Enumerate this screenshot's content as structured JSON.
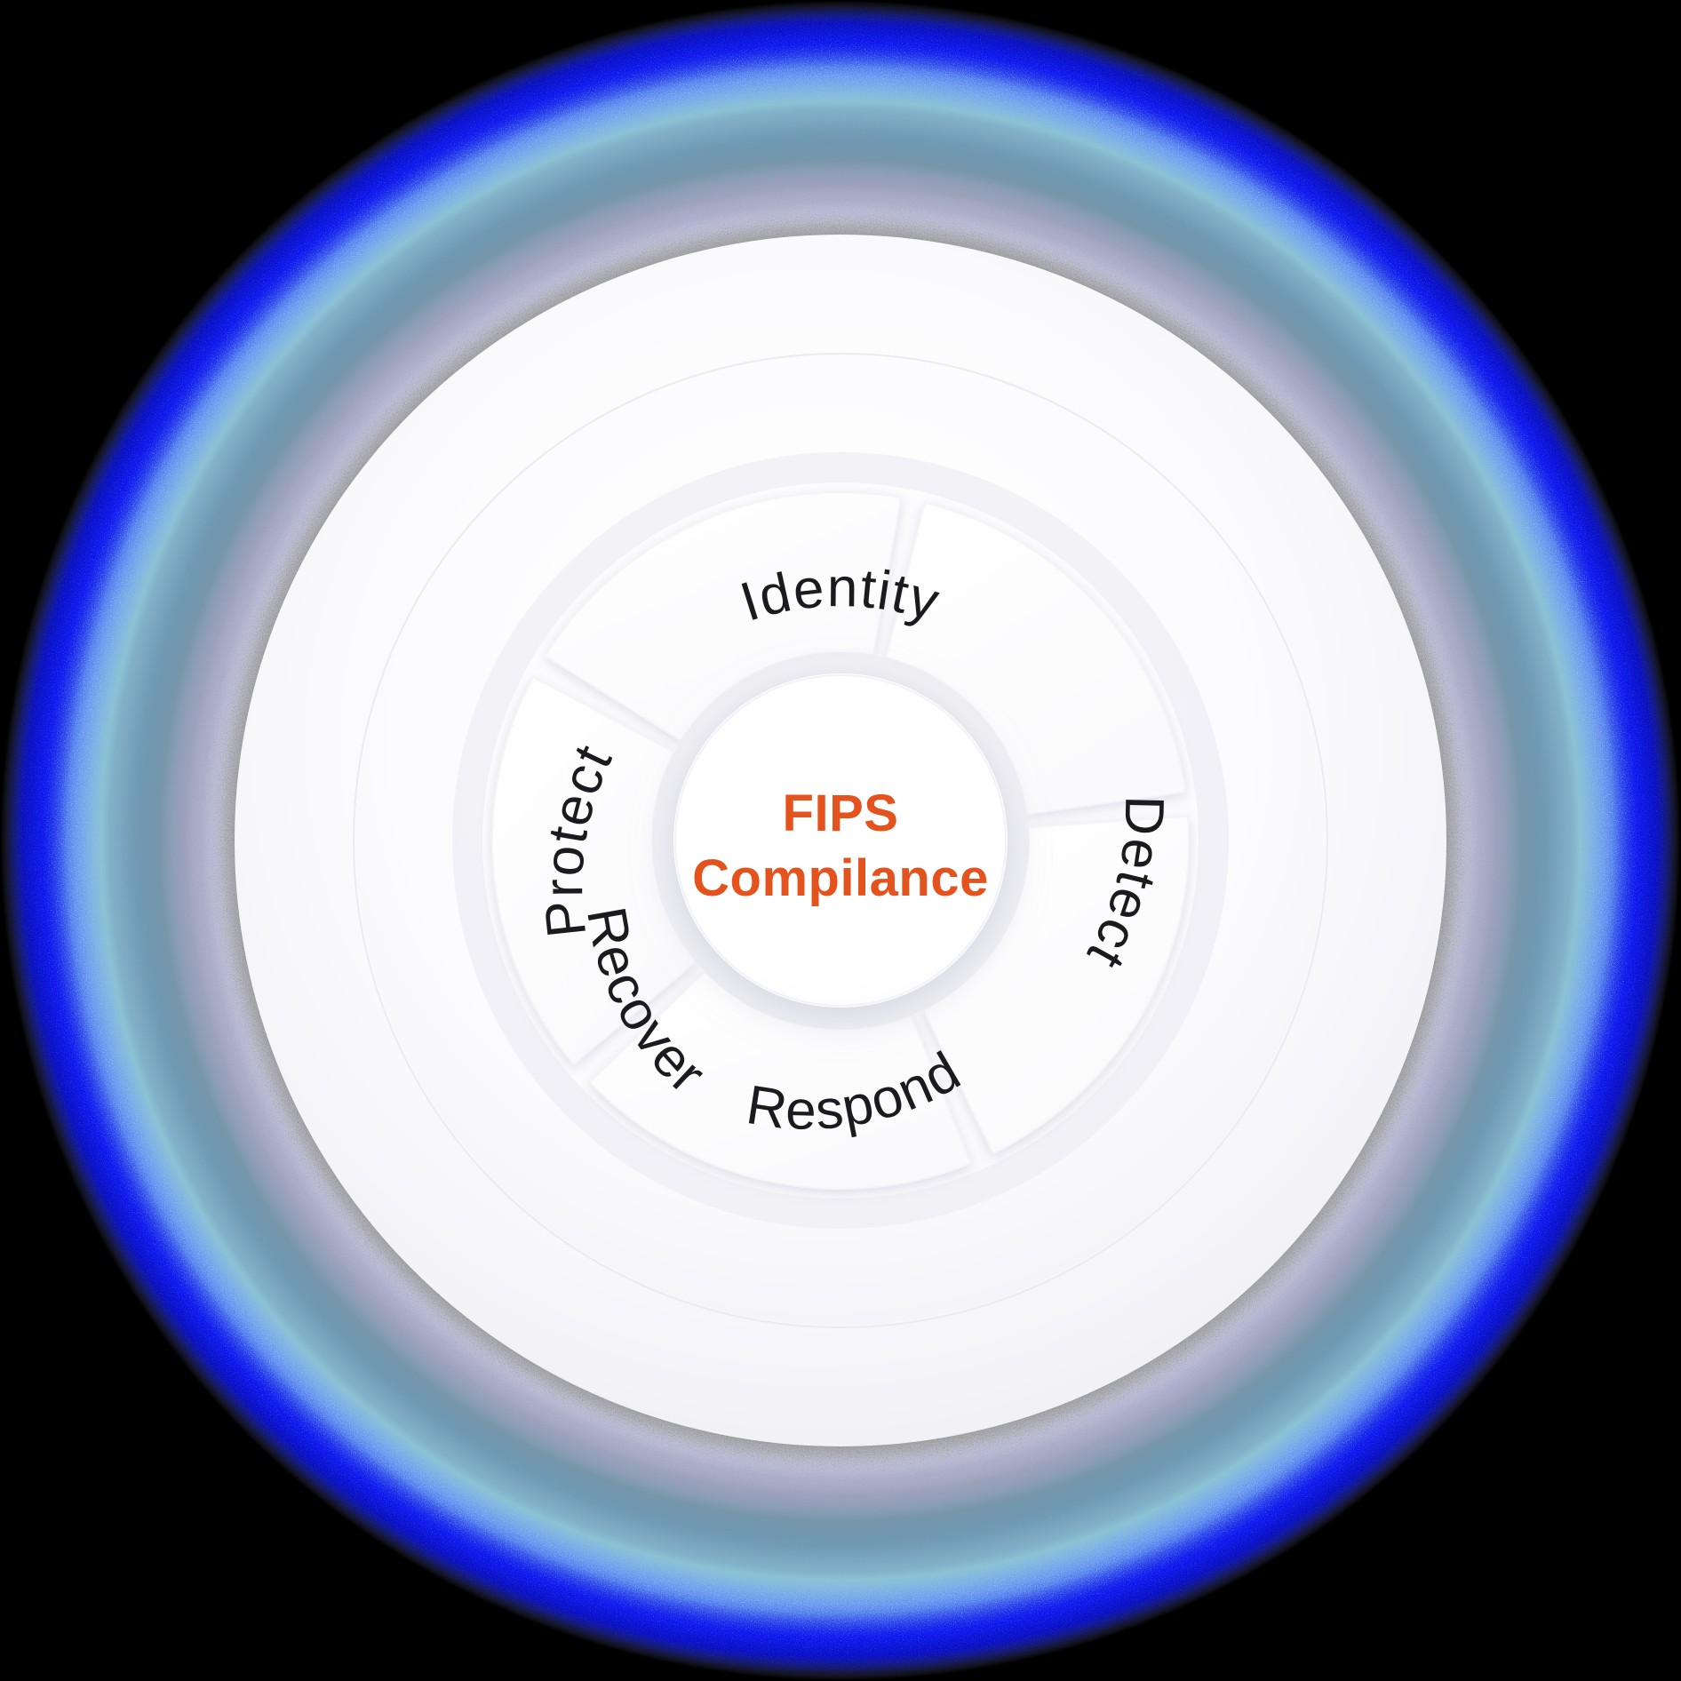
{
  "diagram": {
    "type": "radial-cycle-wheel",
    "title": "FIPS Compilance Cybersecurity Framework Wheel",
    "background_color": "#000000",
    "center": {
      "line1": "FIPS",
      "line2": "Compilance",
      "text_color": "#E4521E",
      "hub_fill": "#FFFFFF"
    },
    "segments": [
      {
        "id": "identity",
        "label": "Identity",
        "position": "top",
        "start_angle": -58,
        "end_angle": 10,
        "fill": "#FCFCFD"
      },
      {
        "id": "detect",
        "label": "Detect",
        "position": "right",
        "start_angle": 14,
        "end_angle": 82,
        "fill": "#FBFBFC"
      },
      {
        "id": "respond",
        "label": "Respond",
        "position": "bottom-right",
        "start_angle": 86,
        "end_angle": 154,
        "fill": "#FAFAFC"
      },
      {
        "id": "recover",
        "label": "Recover",
        "position": "bottom-left",
        "start_angle": 158,
        "end_angle": 226,
        "fill": "#FAFAFB"
      },
      {
        "id": "protect",
        "label": "Protect",
        "position": "left",
        "start_angle": 230,
        "end_angle": 298,
        "fill": "#FCFCFD"
      }
    ],
    "segment_label_color": "#1b1b1f",
    "rings": [
      {
        "id": "outer-halo-black",
        "outer_radius": 920,
        "color": "#000000"
      },
      {
        "id": "outer-halo-blue",
        "outer_radius": 880,
        "color": "#1414E6"
      },
      {
        "id": "outer-halo-cyan",
        "outer_radius": 855,
        "color": "#35E8F2"
      },
      {
        "id": "outer-halo-white",
        "outer_radius": 805,
        "color": "#FFFFFF"
      },
      {
        "id": "outer-halo-lavender",
        "outer_radius": 700,
        "color": "#7E7FC0"
      },
      {
        "id": "main-white-disc",
        "outer_radius": 682,
        "color": "#FAFAFC"
      },
      {
        "id": "inner-disc-edge",
        "outer_radius": 545,
        "color": "#F4F4F8"
      },
      {
        "id": "segment-ring-outer",
        "outer_radius": 392,
        "color": "#FFFFFF"
      },
      {
        "id": "segment-ring-inner",
        "outer_radius": 212,
        "color": "#FFFFFF"
      },
      {
        "id": "center-hub",
        "outer_radius": 185,
        "color": "#FFFFFF"
      }
    ],
    "halo_palette": {
      "black": "#000000",
      "deep_blue": "#1414E6",
      "cyan": "#35E8F2",
      "white": "#FFFFFF",
      "lavender": "#7E7FC0",
      "periwinkle": "#9A9BCE",
      "grey": "#8C8C92",
      "teal": "#6FA8A6"
    }
  }
}
